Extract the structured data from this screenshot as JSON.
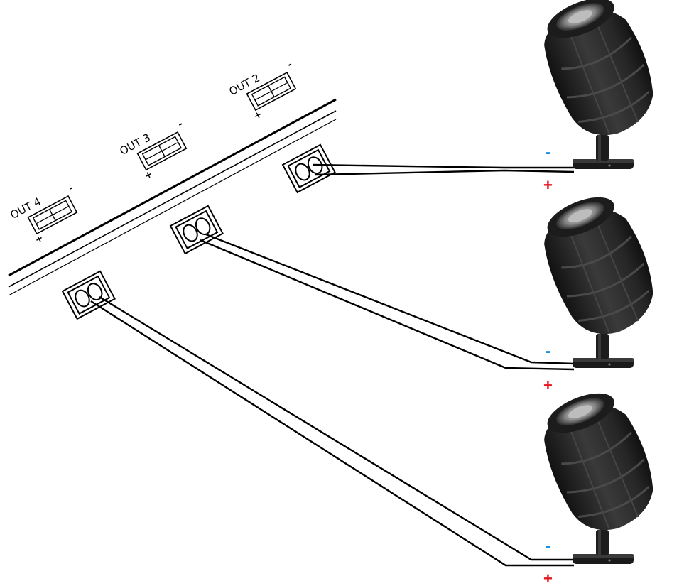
{
  "amplifier": {
    "outputs": [
      {
        "label": "OUT 2",
        "plus": "+",
        "minus": "-"
      },
      {
        "label": "OUT 3",
        "plus": "+",
        "minus": "-"
      },
      {
        "label": "OUT 4",
        "plus": "+",
        "minus": "-"
      }
    ]
  },
  "speakers": [
    {
      "minus": "-",
      "plus": "+"
    },
    {
      "minus": "-",
      "plus": "+"
    },
    {
      "minus": "-",
      "plus": "+"
    }
  ],
  "colors": {
    "minus": "#1e90e0",
    "plus": "#e8141c",
    "line": "#000000",
    "speaker_body": "#2a2a2a"
  }
}
